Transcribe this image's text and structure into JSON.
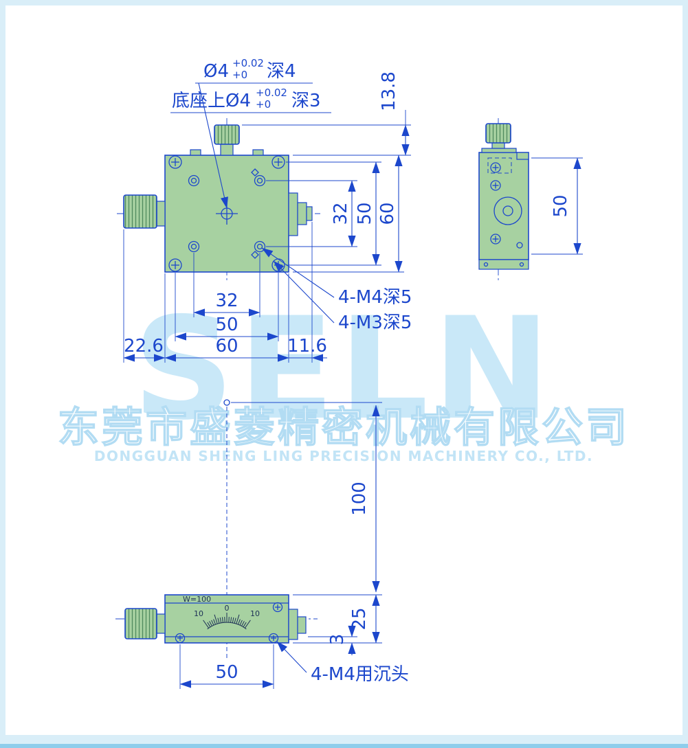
{
  "colors": {
    "line_blue": "#1c47cc",
    "part_green": "#a7d1a1",
    "frame_blue": "#d9eef8",
    "frame_edge_blue": "#8ecdeb",
    "scale_ink": "#1b2f55",
    "watermark_blue": "#c9e8f8"
  },
  "watermark": {
    "logo": "SELN",
    "company_cn": "东莞市盛菱精密机械有限公司",
    "company_en": "DONGGUAN SHENG LING PRECISION MACHINERY CO., LTD."
  },
  "annotations": {
    "hole_top": {
      "prefix": "Ø4",
      "tol_upper": "+0.02",
      "tol_lower": "+0",
      "suffix": "深4"
    },
    "hole_base": {
      "prefix": "底座上Ø4",
      "tol_upper": "+0.02",
      "tol_lower": "+0",
      "suffix": "深3"
    },
    "m4_thread": "4-M4深5",
    "m3_thread": "4-M3深5",
    "m4_csk": "4-M4用沉头"
  },
  "front_view": {
    "dim_knob_height": "13.8",
    "dim_v32": "32",
    "dim_v50": "50",
    "dim_v60": "60",
    "dim_h32": "32",
    "dim_h50": "50",
    "dim_h60": "60",
    "dim_left_offset": "22.6",
    "dim_right_offset": "11.6"
  },
  "side_view": {
    "dim_height": "50"
  },
  "top_view": {
    "dim_travel": "100",
    "dim_base_plate": "3",
    "dim_body_height": "25",
    "dim_hole_span": "50",
    "scale_label": "W=100",
    "scale_left": "10",
    "scale_center": "0",
    "scale_right": "10"
  }
}
